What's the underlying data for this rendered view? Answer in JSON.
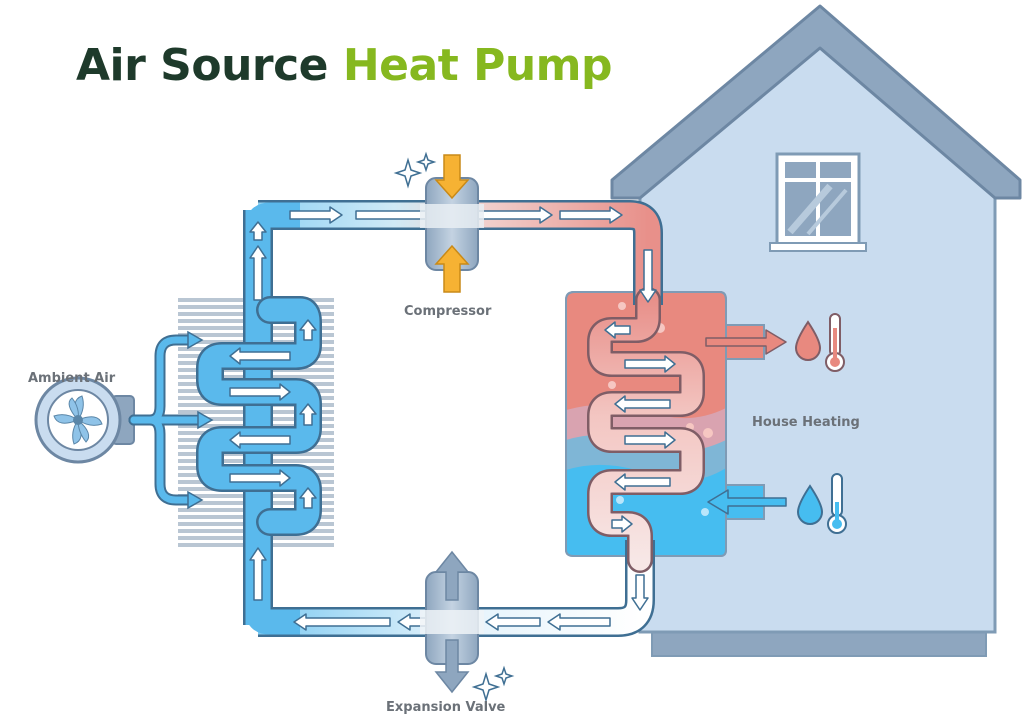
{
  "title": {
    "part1": "Air Source",
    "part2": "Heat Pump"
  },
  "labels": {
    "ambient_air": "Ambient Air",
    "compressor": "Compressor",
    "house_heating": "House Heating",
    "expansion_valve": "Expansion Valve"
  },
  "colors": {
    "title_dark": "#1e3a2b",
    "title_green": "#86b81f",
    "house_wall": "#c9dcef",
    "house_outline": "#7f9bb5",
    "roof": "#8ea6bf",
    "cold_pipe": "#5ab9ec",
    "hot_pipe": "#e8908a",
    "tank_hot": "#e8897f",
    "tank_cold": "#46bdf0",
    "arrow_orange": "#f6b233",
    "label_grey": "#6b7178"
  }
}
